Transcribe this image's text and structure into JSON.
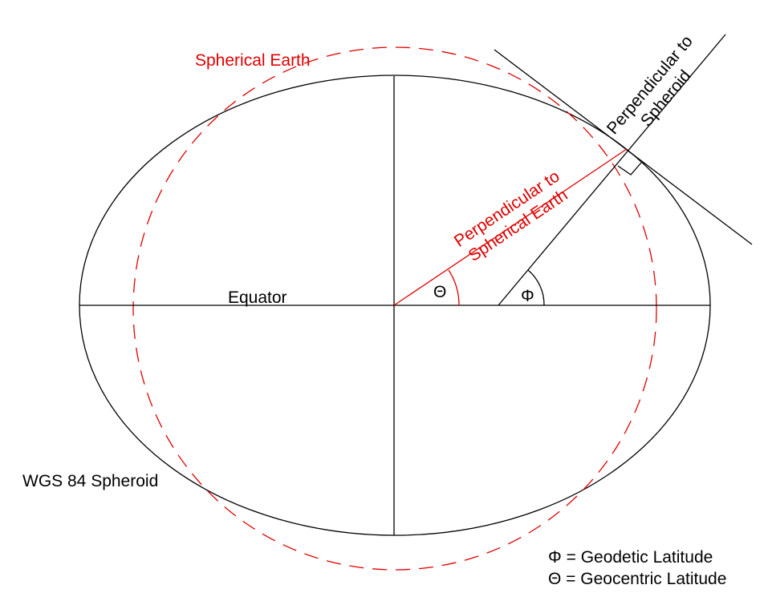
{
  "labels": {
    "spherical_earth": "Spherical Earth",
    "equator": "Equator",
    "wgs84": "WGS 84 Spheroid",
    "perp_spheroid_line1": "Perpendicular to",
    "perp_spheroid_line2": "Spheroid",
    "perp_sphere_line1": "Perpendicular to",
    "perp_sphere_line2": "Spherical Earth",
    "theta_symbol": "Θ",
    "phi_symbol": "Φ"
  },
  "legend": [
    "Φ = Geodetic Latitude",
    "Θ = Geocentric Latitude"
  ],
  "colors": {
    "spheroid": "#000000",
    "sphere": "#e00000"
  }
}
